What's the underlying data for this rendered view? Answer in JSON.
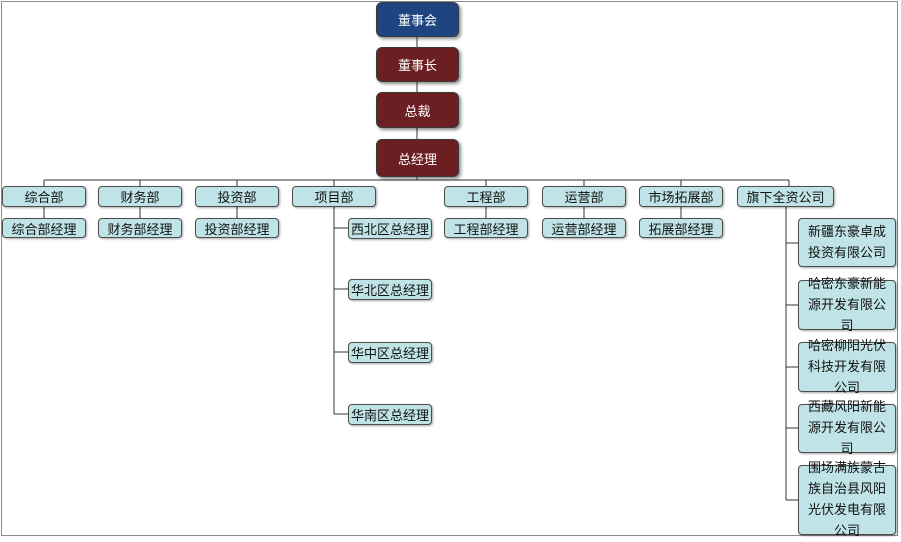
{
  "board": "董事会",
  "chairman": "董事长",
  "president": "总裁",
  "general_manager": "总经理",
  "departments": [
    {
      "label": "综合部",
      "manager": "综合部经理"
    },
    {
      "label": "财务部",
      "manager": "财务部经理"
    },
    {
      "label": "投资部",
      "manager": "投资部经理"
    },
    {
      "label": "项目部"
    },
    {
      "label": "工程部",
      "manager": "工程部经理"
    },
    {
      "label": "运营部",
      "manager": "运营部经理"
    },
    {
      "label": "市场拓展部",
      "manager": "拓展部经理"
    },
    {
      "label": "旗下全资公司"
    }
  ],
  "regions": [
    "西北区总经理",
    "华北区总经理",
    "华中区总经理",
    "华南区总经理"
  ],
  "subsidiaries": [
    "新疆东豪卓成投资有限公司",
    "哈密东豪新能源开发有限公司",
    "哈密柳阳光伏科技开发有限公司",
    "西藏风阳新能源开发有限公司",
    "围场满族蒙古族自治县风阳光伏发电有限公司"
  ],
  "colors": {
    "board_fill": "#1f4580",
    "exec_fill": "#6b1f22",
    "box_fill": "#bfe3e6",
    "line": "#333333"
  }
}
